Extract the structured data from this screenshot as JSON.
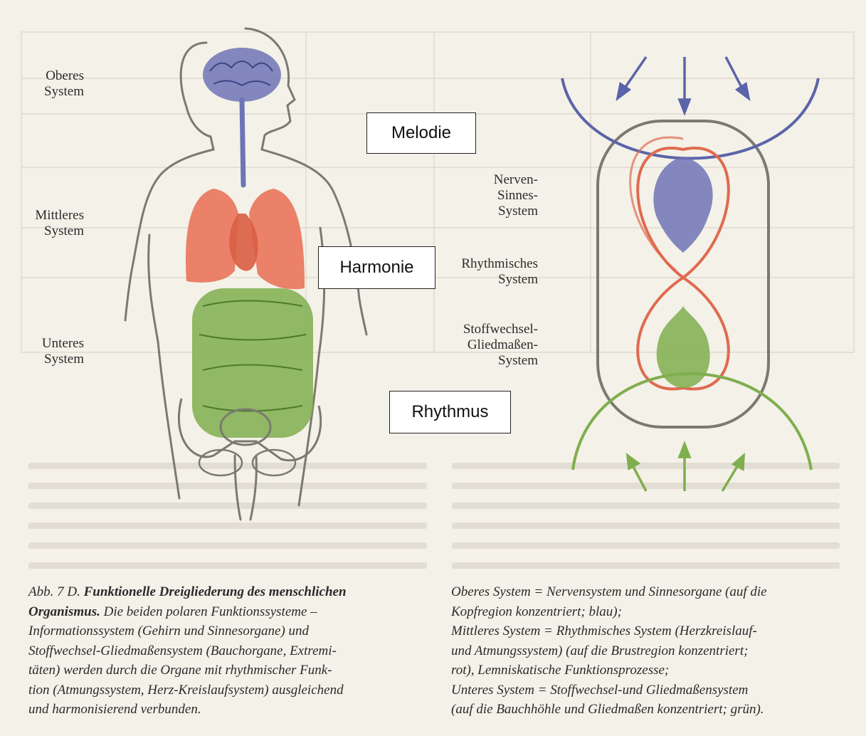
{
  "left_labels": {
    "upper": [
      "Oberes",
      "System"
    ],
    "middle": [
      "Mittleres",
      "System"
    ],
    "lower": [
      "Unteres",
      "System"
    ]
  },
  "right_labels": {
    "nerve": [
      "Nerven-",
      "Sinnes-",
      "System"
    ],
    "rhythm": [
      "Rhythmisches",
      "System"
    ],
    "metabolic": [
      "Stoffwechsel-",
      "Gliedmaßen-",
      "System"
    ]
  },
  "boxes": {
    "melodie": "Melodie",
    "harmonie": "Harmonie",
    "rhythmus": "Rhythmus"
  },
  "caption_left": {
    "prefix": "Abb. 7 D.",
    "title_1": "Funktionelle Dreigliederung des menschlichen",
    "title_2": "Organismus.",
    "line_1_rest": "Die beiden polaren Funktionssysteme –",
    "line_3": "Informationssystem (Gehirn und Sinnesorgane) und",
    "line_4": "Stoffwechsel-Gliedmaßensystem (Bauchorgane, Extremi-",
    "line_5": "täten) werden durch die Organe mit rhythmischer Funk-",
    "line_6": "tion (Atmungssystem, Herz-Kreislaufsystem) ausgleichend",
    "line_7": "und harmonisierend verbunden."
  },
  "caption_right": {
    "line_1": "Oberes System = Nervensystem und Sinnesorgane (auf die",
    "line_2": "Kopfregion konzentriert; blau);",
    "line_3": "Mittleres System = Rhythmisches System (Herzkreislauf-",
    "line_4": "und Atmungssystem) (auf die Brustregion konzentriert;",
    "line_5": "rot), Lemniskatische Funktionsprozesse;",
    "line_6": "Unteres System = Stoffwechsel-und Gliedmaßensystem",
    "line_7": "(auf die Bauchhöhle und Gliedmaßen konzentriert; grün)."
  },
  "colors": {
    "blue": "#5b64a8",
    "red": "#e06a4f",
    "green": "#7fae4e",
    "grey": "#7a7a72"
  }
}
